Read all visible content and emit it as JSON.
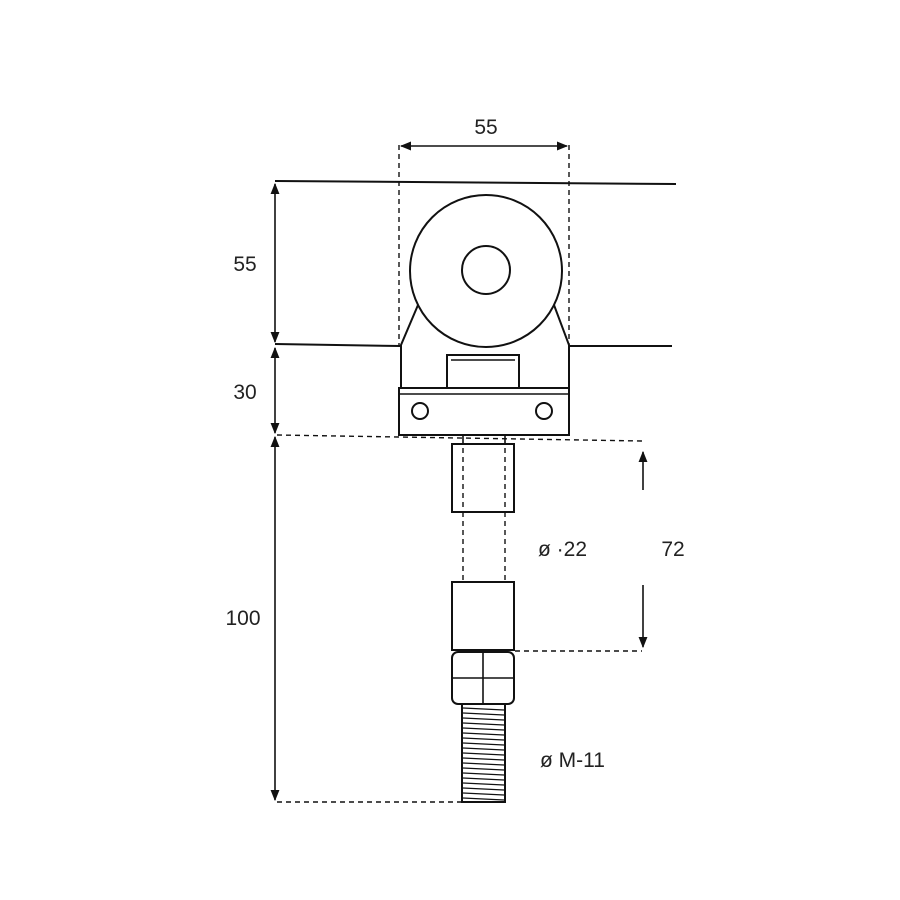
{
  "dimensions": {
    "top_width": "55",
    "upper_height": "55",
    "mid_height": "30",
    "total_lower": "100",
    "shaft_length": "72",
    "shaft_diameter": "ø ·22",
    "thread": "ø M-11"
  },
  "colors": {
    "ink": "#111111",
    "background": "#ffffff"
  }
}
